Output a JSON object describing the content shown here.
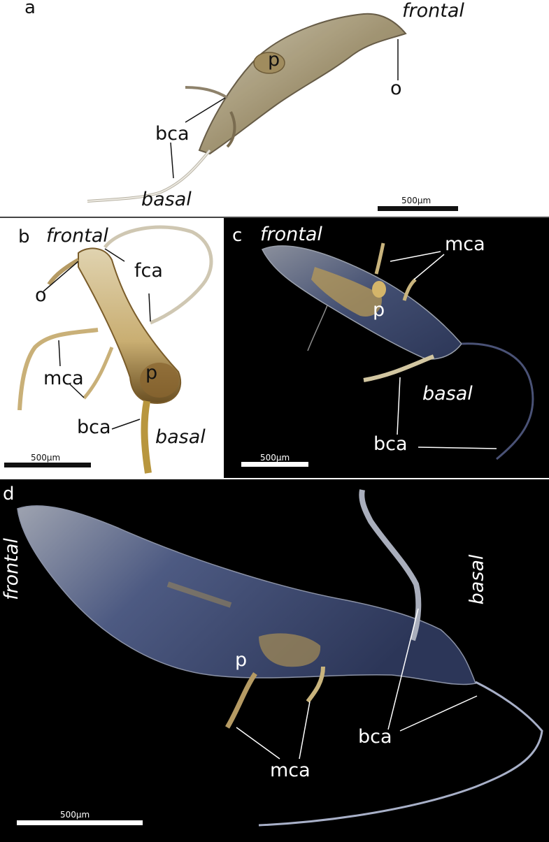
{
  "colors": {
    "panel_white": "#ffffff",
    "panel_black": "#000000",
    "label_dark": "#111111",
    "label_light": "#ffffff",
    "specimen_brown": "#8a7a55",
    "specimen_blue": "#3e4a6e"
  },
  "panel_a": {
    "letter": "a",
    "frontal": "frontal",
    "basal": "basal",
    "p": "p",
    "o": "o",
    "bca": "bca",
    "scale": "500µm"
  },
  "panel_b": {
    "letter": "b",
    "frontal": "frontal",
    "basal": "basal",
    "p": "p",
    "o": "o",
    "fca": "fca",
    "mca": "mca",
    "bca": "bca",
    "scale": "500µm"
  },
  "panel_c": {
    "letter": "c",
    "frontal": "frontal",
    "basal": "basal",
    "p": "p",
    "mca": "mca",
    "bca": "bca",
    "scale": "500µm"
  },
  "panel_d": {
    "letter": "d",
    "frontal": "frontal",
    "basal": "basal",
    "p": "p",
    "mca": "mca",
    "bca": "bca",
    "scale": "500µm"
  }
}
